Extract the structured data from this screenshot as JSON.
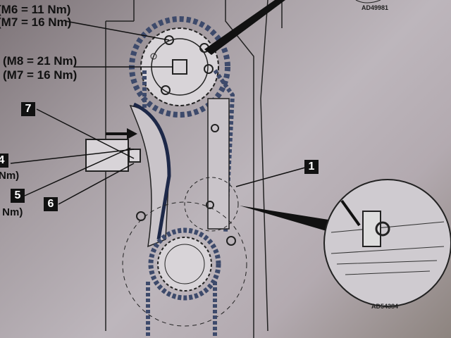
{
  "torque_top": [
    "(M6 = 11 Nm)",
    "(M7 = 16 Nm)"
  ],
  "torque_mid": [
    "(M8 = 21 Nm)",
    "(M7 = 16 Nm)"
  ],
  "callouts": [
    "7",
    "4",
    "5",
    "6",
    "1"
  ],
  "partial_labels": {
    "label4": "Nm)",
    "label5": ") Nm)"
  },
  "figure_codes": {
    "main": "AD49981",
    "detail": "AD54384"
  }
}
